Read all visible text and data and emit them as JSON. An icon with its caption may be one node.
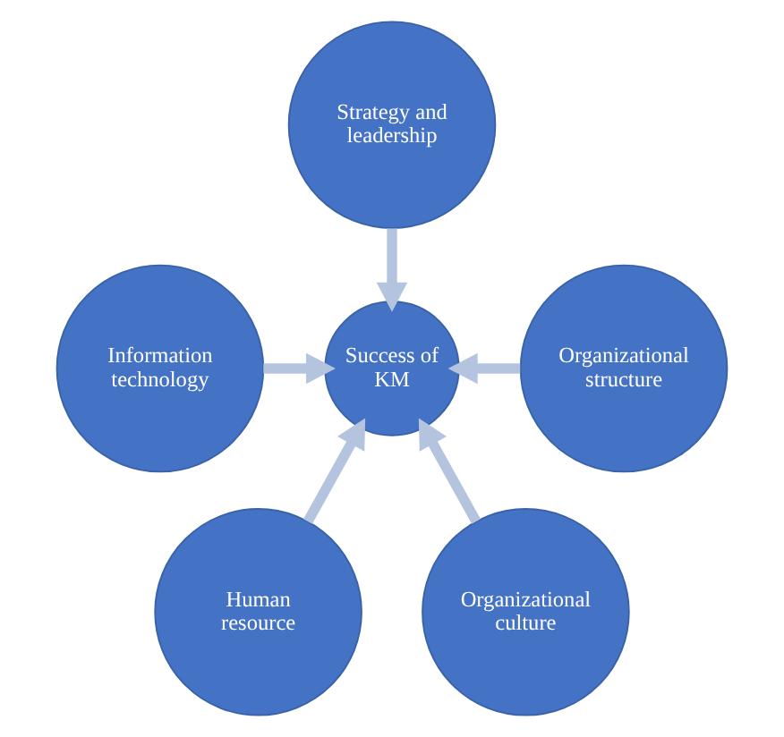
{
  "diagram": {
    "nodes": [
      {
        "text": [
          "Strategy and leadership"
        ]
      },
      {
        "text": [
          "Information technology"
        ]
      },
      {
        "text": [
          "Success of KM"
        ]
      },
      {
        "text": [
          "Organizational structure"
        ]
      },
      {
        "text": [
          "Human resource"
        ]
      },
      {
        "text": [
          "Organizational culture"
        ]
      }
    ],
    "edges": [
      {
        "from": 0,
        "to": 2,
        "arrow": "to"
      },
      {
        "from": 1,
        "to": 2,
        "arrow": "to"
      },
      {
        "from": 3,
        "to": 2,
        "arrow": "to"
      },
      {
        "from": 4,
        "to": 2,
        "arrow": "to"
      },
      {
        "from": 5,
        "to": 2,
        "arrow": "to"
      }
    ]
  }
}
